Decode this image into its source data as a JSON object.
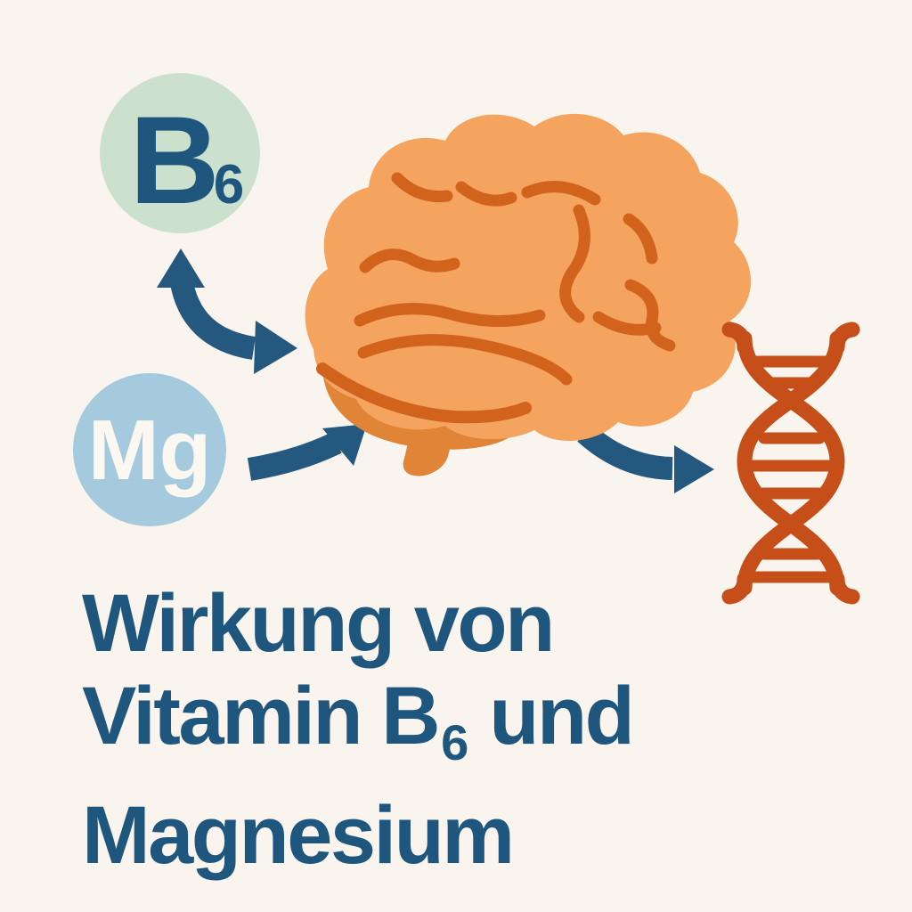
{
  "page": {
    "background_color": "#F9F4ED"
  },
  "badges": {
    "b6": {
      "symbol": "B",
      "subscript": "6",
      "circle_color": "#CBE0CD",
      "text_color": "#1F567E"
    },
    "mg": {
      "symbol": "Mg",
      "circle_color": "#A5CADE",
      "text_color": "#FBF8F2"
    }
  },
  "illustration": {
    "brain_fill": "#F4A45F",
    "brain_shadow": "#E08437",
    "brain_line": "#D2631D",
    "dna_color": "#C64E18",
    "arrow_color": "#24587E"
  },
  "title": {
    "line1": "Wirkung von",
    "line2_before_sub": "Vitamin B",
    "line2_subscript": "6",
    "line2_after_sub": "und",
    "line3": "Magnesium",
    "color": "#1F567E"
  }
}
